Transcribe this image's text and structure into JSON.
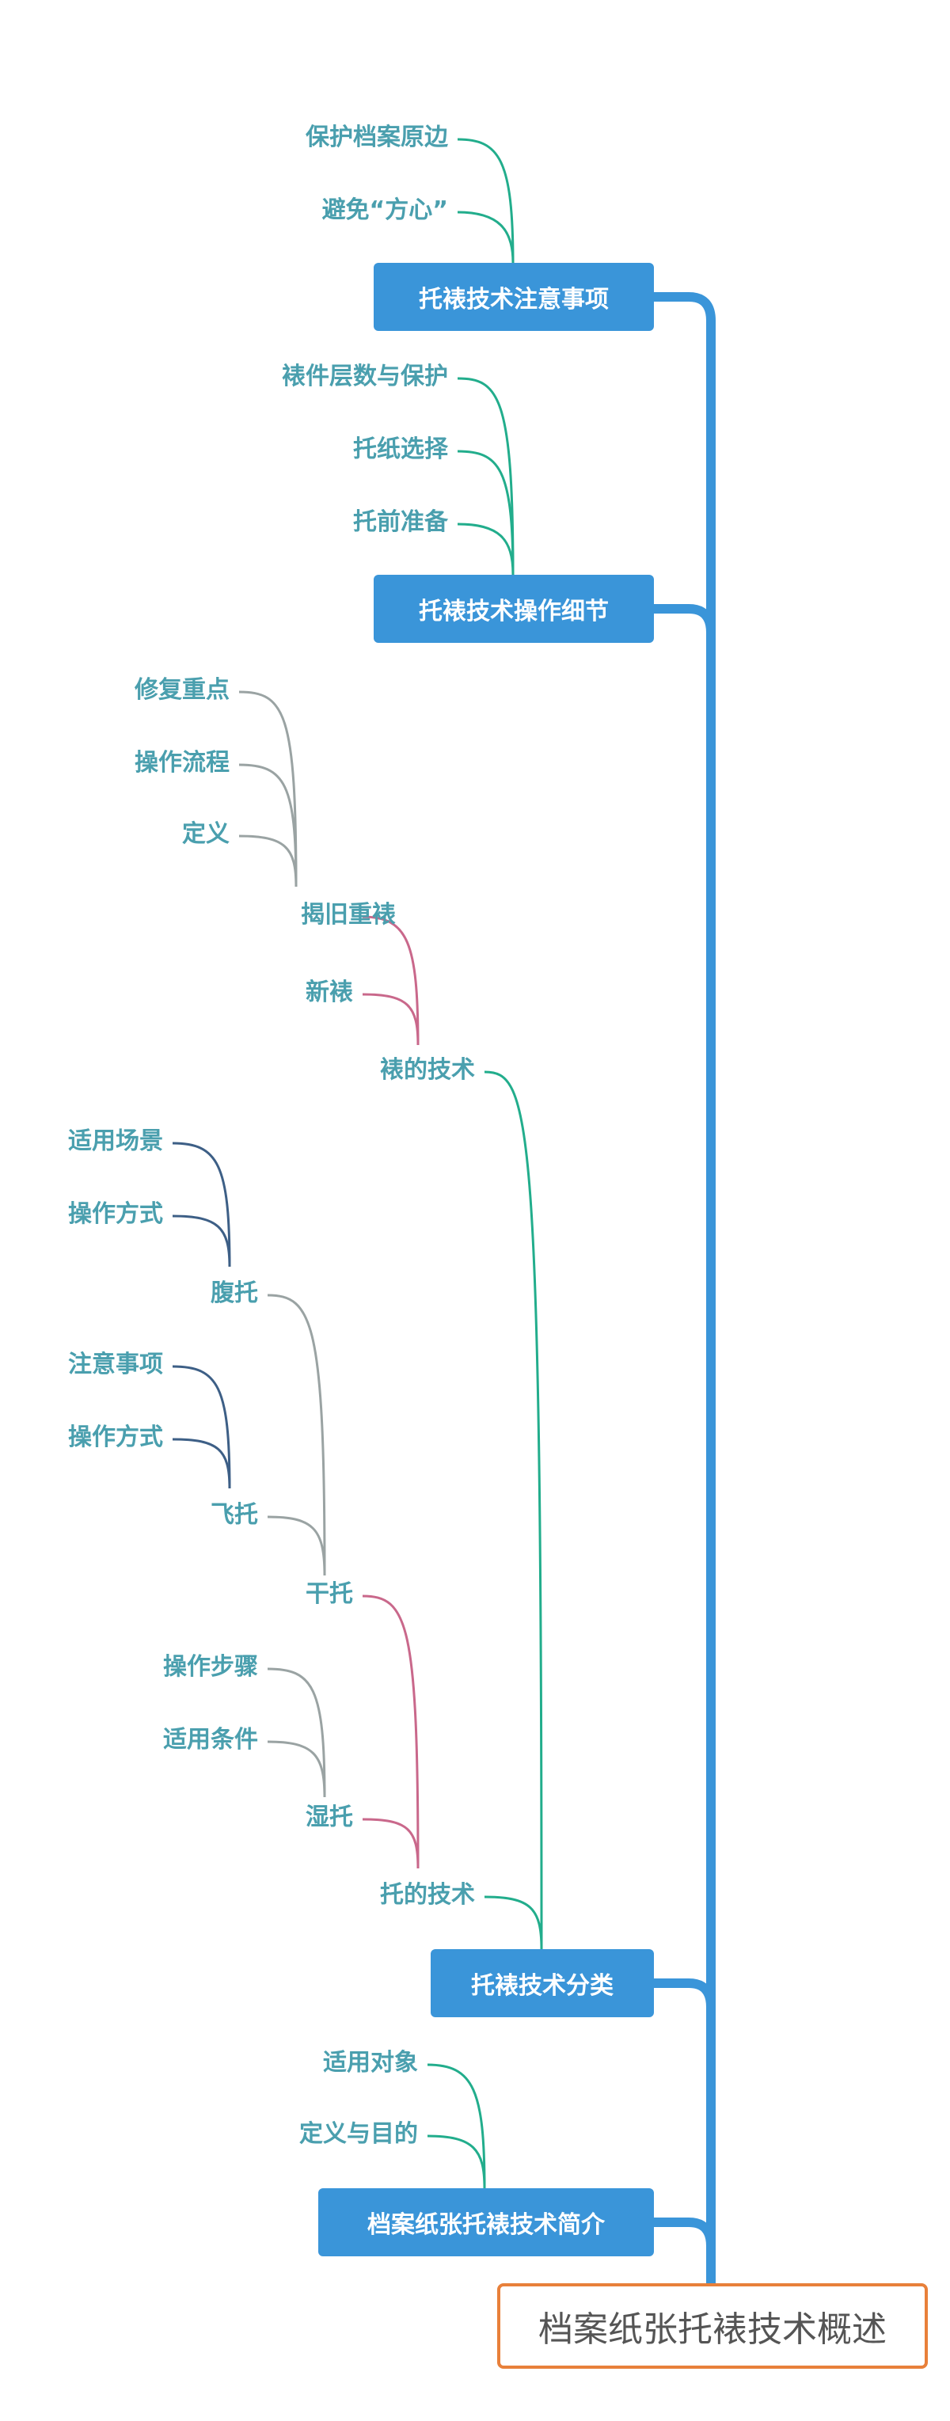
{
  "root": "档案纸张托裱技术概述",
  "colors": {
    "spine": "#3a95d9",
    "root_border": "#e8803a",
    "label": "#4a9fae",
    "teal": "#22ad8c",
    "pink": "#c9688b",
    "gray": "#9aa3a3",
    "navy": "#3d5f86"
  },
  "topics": [
    {
      "label": "托裱技术注意事项",
      "children": [
        "保护档案原边",
        "避免“方心”"
      ]
    },
    {
      "label": "托裱技术操作细节",
      "children": [
        "裱件层数与保护",
        "托纸选择",
        "托前准备"
      ]
    },
    {
      "label": "托裱技术分类",
      "children": [
        {
          "label": "裱的技术",
          "children": [
            {
              "label": "揭旧重裱",
              "children": [
                "修复重点",
                "操作流程",
                "定义"
              ]
            },
            {
              "label": "新裱"
            }
          ]
        },
        {
          "label": "托的技术",
          "children": [
            {
              "label": "干托",
              "children": [
                {
                  "label": "腹托",
                  "children": [
                    "适用场景",
                    "操作方式"
                  ]
                },
                {
                  "label": "飞托",
                  "children": [
                    "注意事项",
                    "操作方式"
                  ]
                }
              ]
            },
            {
              "label": "湿托",
              "children": [
                "操作步骤",
                "适用条件"
              ]
            }
          ]
        }
      ]
    },
    {
      "label": "档案纸张托裱技术简介",
      "children": [
        "适用对象",
        "定义与目的"
      ]
    }
  ]
}
